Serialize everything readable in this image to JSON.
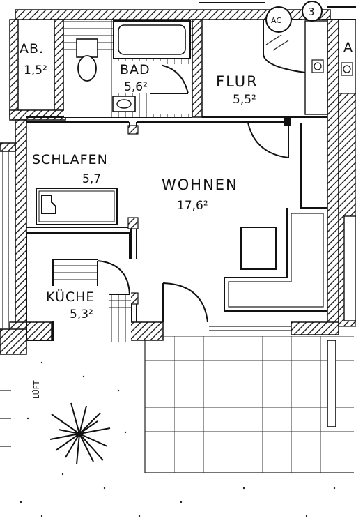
{
  "rooms": {
    "abstell": {
      "name": "AB.",
      "area": "1,5²"
    },
    "bad": {
      "name": "BAD",
      "area": "5,6²"
    },
    "flur": {
      "name": "FLUR",
      "area": "5,5²"
    },
    "schlafen": {
      "name": "SCHLAFEN",
      "area": "5,7"
    },
    "wohnen": {
      "name": "WOHNEN",
      "area": "17,6²"
    },
    "kueche": {
      "name": "KÜCHE",
      "area": "5,3²"
    }
  },
  "annotations": {
    "luft": "LÜFT",
    "ac": "AC",
    "stair_number": "3",
    "neighbour_letter": "A"
  },
  "colors": {
    "ink": "#111111",
    "paper": "#ffffff"
  },
  "icons": [
    "plant-symbol",
    "bathtub-symbol",
    "toilet-symbol",
    "sink-symbol",
    "bed-symbol"
  ]
}
